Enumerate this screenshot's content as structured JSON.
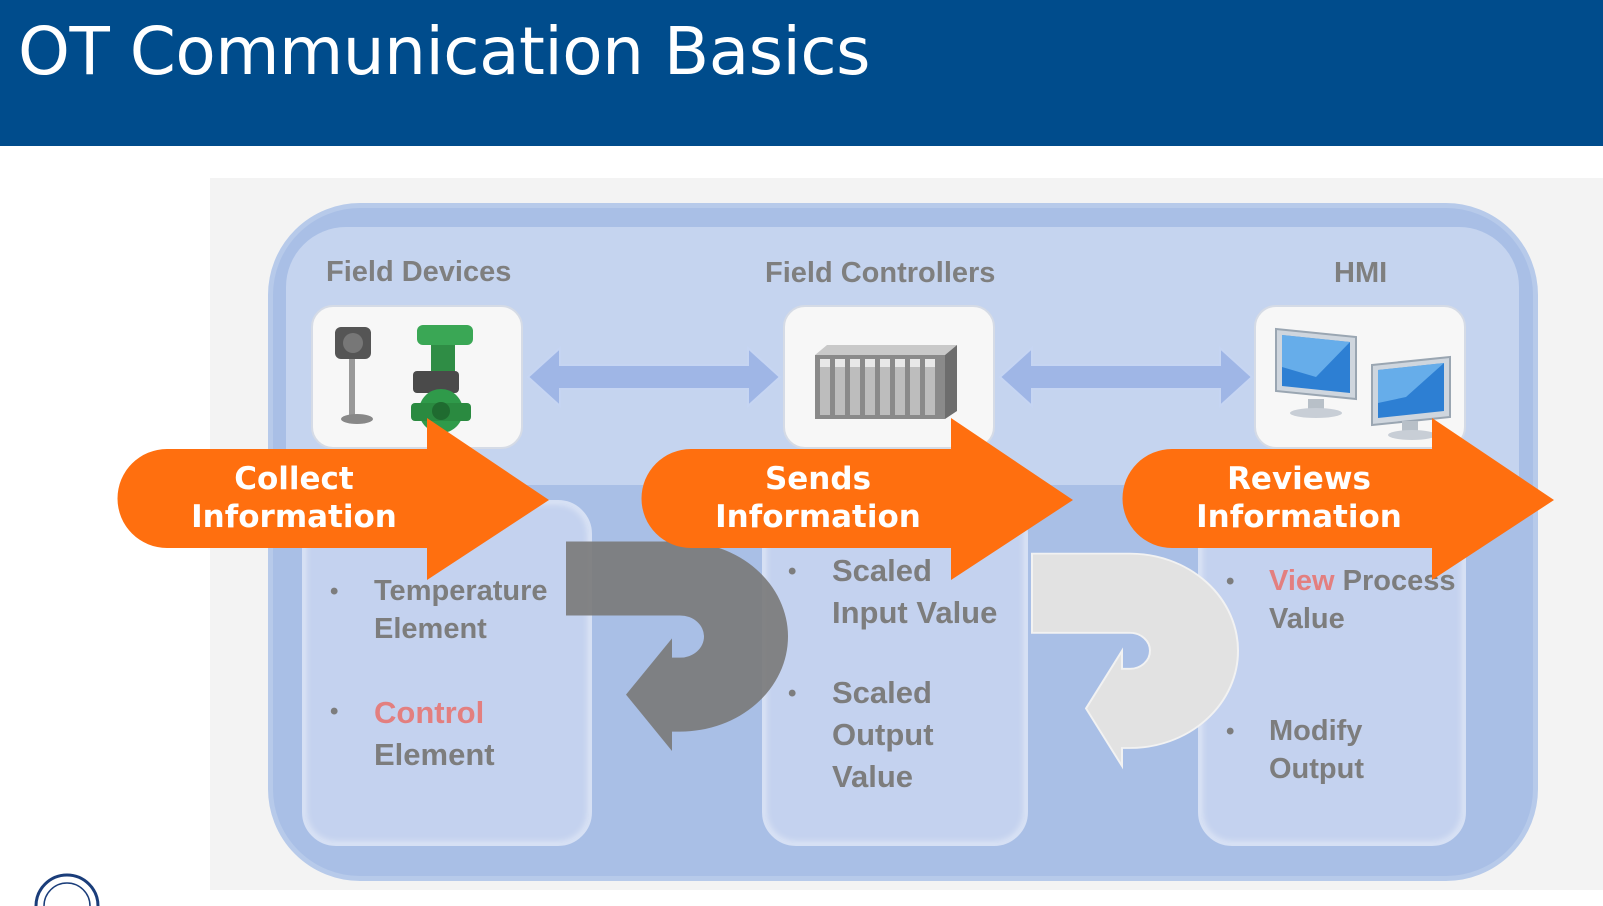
{
  "slide": {
    "title": "OT Communication Basics"
  },
  "diagram": {
    "columns": [
      {
        "label": "Field Devices",
        "icon": "valve-actuator-icon",
        "bullets": [
          {
            "lines": [
              "Temperature",
              "Element"
            ]
          },
          {
            "lines": [
              "Control",
              "Element"
            ],
            "highlight": "Control"
          }
        ]
      },
      {
        "label": "Field Controllers",
        "icon": "plc-rack-icon",
        "bullets": [
          {
            "lines": [
              "Scaled",
              "Input Value"
            ]
          },
          {
            "lines": [
              "Scaled",
              "Output",
              "Value"
            ]
          }
        ]
      },
      {
        "label": "HMI",
        "icon": "monitor-icon",
        "bullets": [
          {
            "lines": [
              "View Process",
              "Value"
            ],
            "highlight": "View"
          },
          {
            "lines": [
              "Modify",
              "Output"
            ]
          }
        ]
      }
    ],
    "flow_arrows": [
      {
        "lines": [
          "Collect",
          "Information"
        ]
      },
      {
        "lines": [
          "Sends",
          "Information"
        ]
      },
      {
        "lines": [
          "Reviews",
          "Information"
        ]
      }
    ]
  },
  "colors": {
    "header": "#004c8c",
    "flow_arrow": "#ff6f0f",
    "panel": "#a9bfe6",
    "highlight_text": "#e37f7f",
    "label_text": "#7f7f7f"
  }
}
